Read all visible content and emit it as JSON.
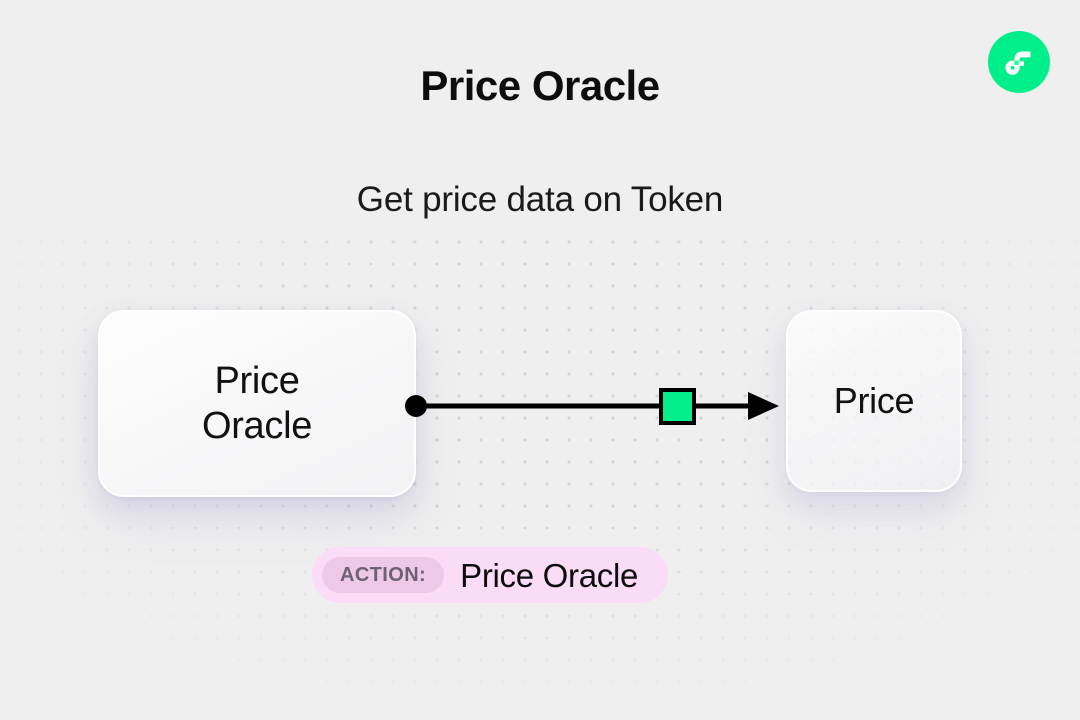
{
  "header": {
    "title": "Price Oracle",
    "subtitle": "Get price data on Token",
    "logo_icon": "flow-logo-icon"
  },
  "diagram": {
    "source_node": {
      "label": "Price\nOracle",
      "label_line_1": "Price",
      "label_line_2": "Oracle"
    },
    "target_node": {
      "label": "Price"
    },
    "edge": {
      "start_handle_icon": "edge-start-dot-icon",
      "end_handle_icon": "edge-arrowhead-icon",
      "marker_icon": "edge-green-square-icon",
      "marker_color": "#00ef8b",
      "stroke_color": "#000000"
    }
  },
  "action_badge": {
    "chip_label": "ACTION:",
    "value": "Price Oracle",
    "background_color": "#fbdcf7",
    "chip_background_color": "#edc8e8",
    "chip_text_color": "#6d6172"
  },
  "theme": {
    "background_color": "#efefef",
    "accent_green": "#00ef8b",
    "dot_color": "#d3d3d6",
    "text_color": "#0d0d0d"
  }
}
